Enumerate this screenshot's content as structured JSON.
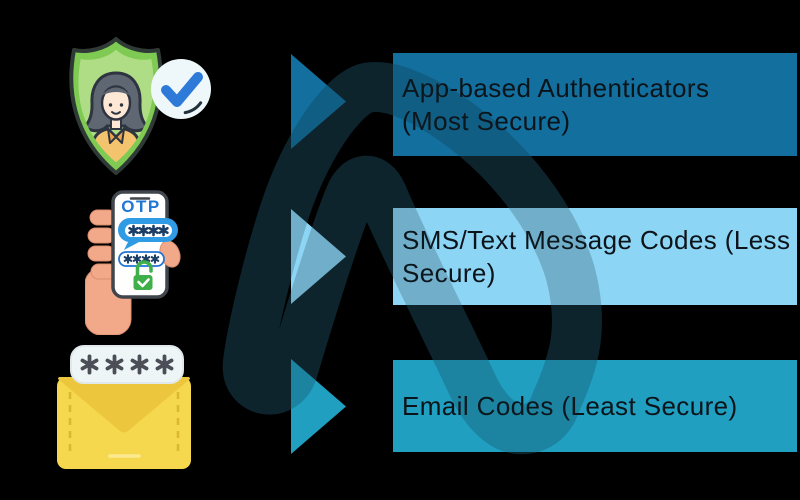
{
  "decor": {
    "background_color": "#000000",
    "paperclip_color": "#0d242e",
    "paperclip_overlay_opacity": "0.22"
  },
  "text_color": "#0c1319",
  "items": [
    {
      "label": "App-based Authenticators\n(Most Secure)",
      "box_color": "#136f9d",
      "arrow_color": "#136f9d",
      "icon": "shield-verified-user"
    },
    {
      "label": "SMS/Text Message Codes (Less\nSecure)",
      "box_color": "#8cd5f5",
      "arrow_color": "#8cd5f5",
      "icon": "phone-otp"
    },
    {
      "label": "Email Codes (Least Secure)",
      "box_color": "#209fc1",
      "arrow_color": "#209fc1",
      "icon": "email-code"
    }
  ],
  "icons": {
    "phone_otp": {
      "otp_text": "OTP",
      "masked_code": "****"
    },
    "email_code": {
      "masked_code": "****"
    }
  }
}
